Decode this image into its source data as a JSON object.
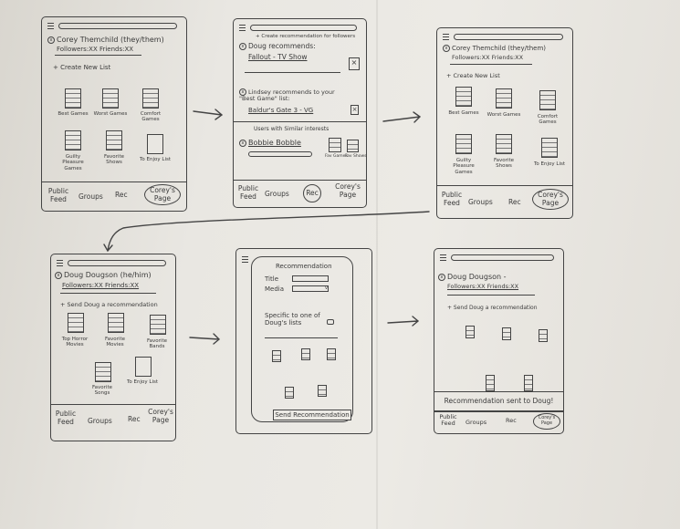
{
  "nav": {
    "public_feed": "Public Feed",
    "groups": "Groups",
    "rec": "Rec",
    "coreys_page": "Corey's Page"
  },
  "corey_page": {
    "name": "Corey Themchild (they/them)",
    "stats": "Followers:XX Friends:XX",
    "create_list": "+ Create New List",
    "lists": [
      "Best Games",
      "Worst Games",
      "Comfort Games",
      "Guilty Pleasure Games",
      "Favorite Shows",
      "To Enjoy List"
    ]
  },
  "rec_page": {
    "create": "+ Create recommendation for followers",
    "rec1": "Doug recommends:",
    "rec1_item": "Fallout - TV Show",
    "rec2": "Lindsey recommends to your \"Best Game\" list:",
    "rec2_item": "Baldur's Gate 3 - VG",
    "similar": "Users with Similar interests",
    "user": "Bobbie Bobble",
    "user_lists": [
      "Fav Games",
      "Fav Shows"
    ]
  },
  "doug_page": {
    "name": "Doug Dougson (he/him)",
    "stats": "Followers:XX Friends:XX",
    "send": "+ Send Doug a recommendation",
    "lists": [
      "Top Horror Movies",
      "Favorite Movies",
      "Favorite Bands",
      "Favorite Songs",
      "To Enjoy List"
    ]
  },
  "rec_modal": {
    "title": "Recommendation",
    "title_label": "Title",
    "media_label": "Media",
    "specific": "Specific to one of Doug's lists",
    "send": "Send Recommendation"
  },
  "sent_page": {
    "name": "Doug Dougson -",
    "stats": "Followers:XX Friends:XX",
    "send": "+ Send Doug a recommendation",
    "toast": "Recommendation sent to Doug!"
  }
}
